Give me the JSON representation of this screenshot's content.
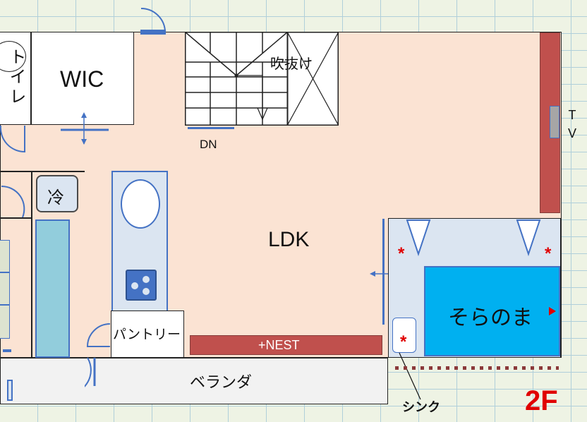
{
  "floor_label": "2F",
  "rooms": {
    "wic": "WIC",
    "toilet": "トイレ",
    "fukinuke": "吹抜け",
    "ldk": "LDK",
    "fridge": "冷",
    "pantry": "パントリー",
    "soranoma": "そらのま",
    "veranda": "ベランダ",
    "nest": "+NEST",
    "sink": "シンク",
    "tv": "TV"
  },
  "stairs": {
    "direction_label": "DN"
  },
  "colors": {
    "floor": "#fbe3d3",
    "wall_accent": "#c0504d",
    "soranoma_fill": "#00b0f0",
    "counter_fill": "#dbe5f1",
    "outline_blue": "#4472c4",
    "marker_red": "#e00000"
  }
}
